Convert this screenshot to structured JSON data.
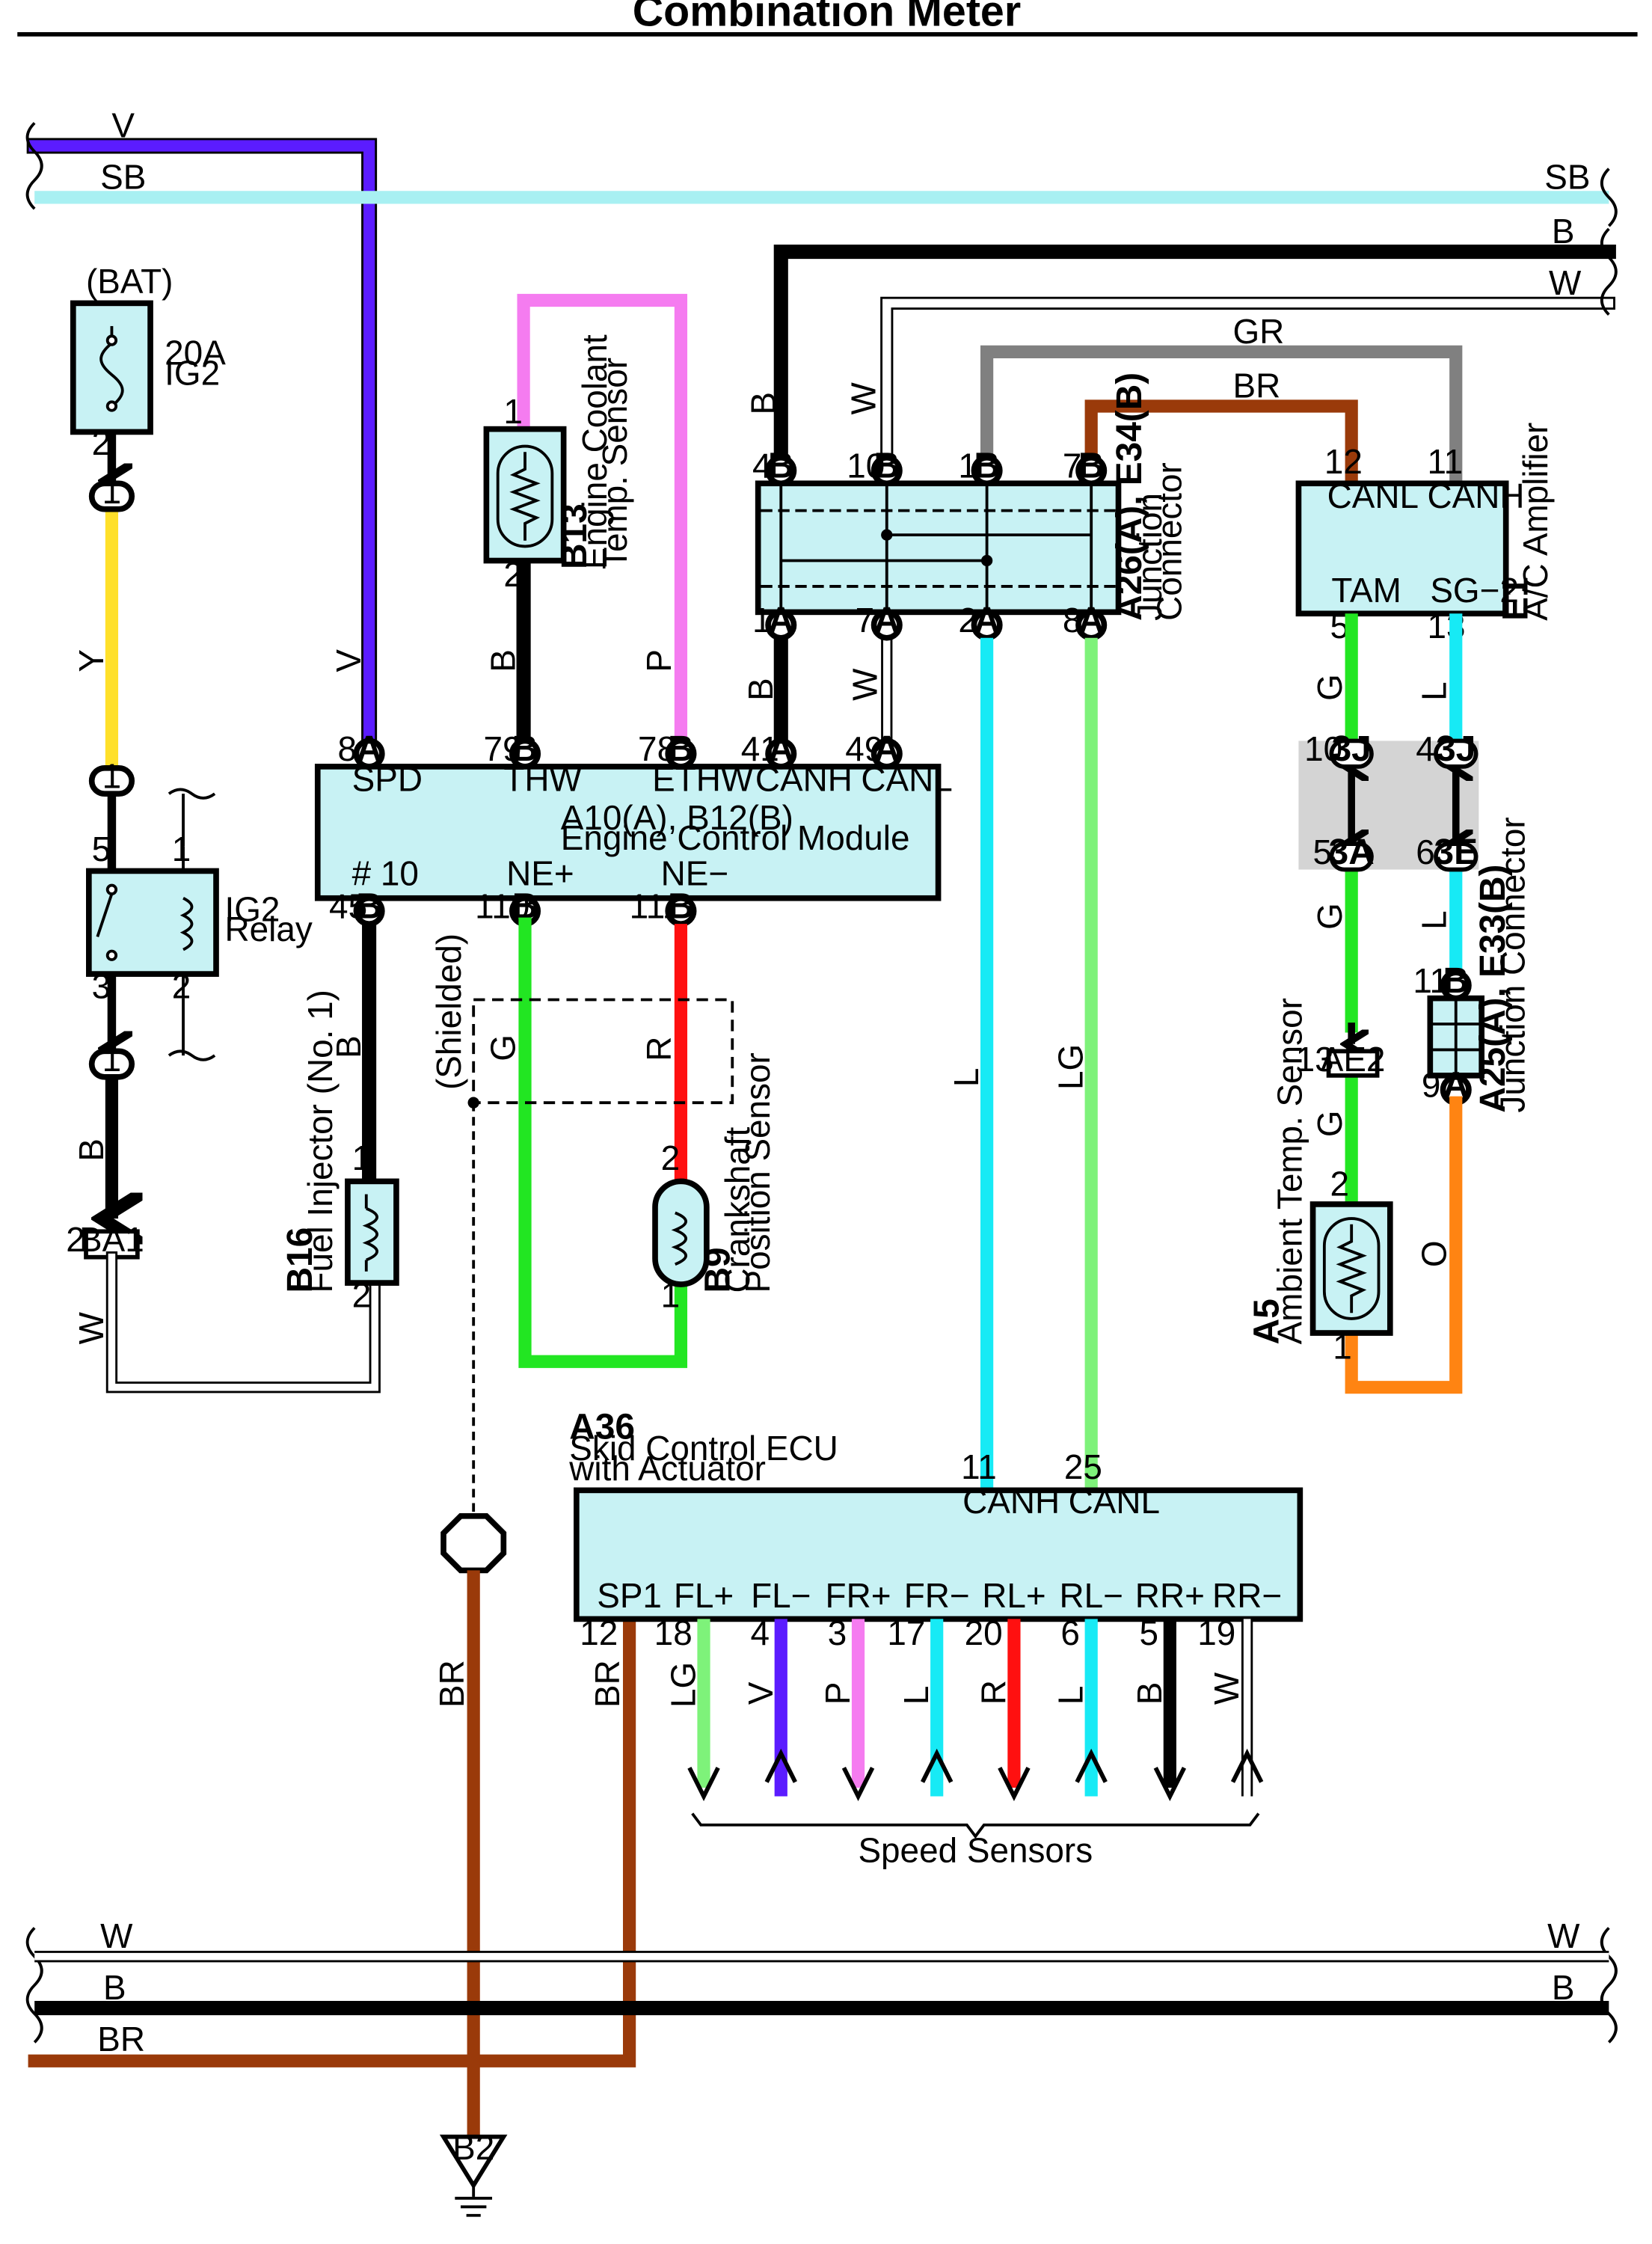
{
  "title": "Combination Meter",
  "colors": {
    "V": "#5b1cff",
    "SB": "#a8f0f2",
    "B": "#000000",
    "W": "#ffffff",
    "GR": "#808080",
    "BR": "#9a3a0a",
    "Y": "#ffe02a",
    "P": "#f57cf0",
    "G": "#22e622",
    "R": "#ff1010",
    "L": "#17eaf5",
    "LG": "#7ef27a",
    "O": "#ff8412"
  },
  "wire_labels": {
    "v_top": "V",
    "sb_left": "SB",
    "sb_right": "SB",
    "b_right": "B",
    "w_right": "W",
    "gr": "GR",
    "br_top": "BR",
    "y": "Y",
    "b_relay": "B",
    "w_ba1": "W",
    "v_ecm": "V",
    "b_thw": "B",
    "p_ethw": "P",
    "b_jc": "B",
    "w_jc": "W",
    "b_jc_top": "B",
    "w_jc_top": "W",
    "b_inj": "B",
    "g_ne": "G",
    "r_ne": "R",
    "l_canh": "L",
    "lg_canl": "LG",
    "g_tam": "G",
    "l_sg2": "L",
    "g_3a": "G",
    "l_3e": "L",
    "g_ae2": "G",
    "o_a5": "O",
    "br_gnd": "BR",
    "br_sp1": "BR",
    "w_bot_l": "W",
    "w_bot_r": "W",
    "b_bot_l": "B",
    "b_bot_r": "B",
    "br_bot": "BR",
    "ss_lg": "LG",
    "ss_v": "V",
    "ss_p": "P",
    "ss_l1": "L",
    "ss_r": "R",
    "ss_l2": "L",
    "ss_b": "B",
    "ss_w": "W"
  },
  "fuse": {
    "source": "(BAT)",
    "rating": "20A",
    "name": "IG2",
    "pin": "2"
  },
  "relay": {
    "line1": "IG2",
    "line2": "Relay",
    "pin5": "5",
    "pin1": "1",
    "pin3": "3",
    "pin2": "2"
  },
  "connectors": {
    "one": "1",
    "ba1": "BA1",
    "ba1_pin": "2",
    "ae2": "AE2",
    "ae2_pin": "13",
    "b2": "B2"
  },
  "ecm": {
    "line1": "A10(A), B12(B)",
    "line2": "Engine Control Module",
    "spd": "SPD",
    "thw": "THW",
    "ethw": "ETHW",
    "canh": "CANH",
    "canl": "CANL",
    "n10": "# 10",
    "nep": "NE+",
    "nen": "NE−",
    "p8": "8",
    "p79": "79",
    "p78": "78",
    "p41": "41",
    "p49": "49",
    "p45": "45",
    "p110": "110",
    "p111": "111",
    "lA": "A",
    "lB": "B"
  },
  "b13": {
    "code": "B13",
    "line1": "Engine Coolant",
    "line2": "Temp.  Sensor",
    "pin1": "1",
    "pin2": "2"
  },
  "b16": {
    "code": "B16",
    "line1": "Fuel Injector (No. 1)",
    "pin1": "1",
    "pin2": "2"
  },
  "b9": {
    "code": "B9",
    "line1": "Crankshaft",
    "line2": "Position Sensor",
    "pin2": "2",
    "pin1": "1"
  },
  "shielded": "(Shielded)",
  "jc1": {
    "code": "A26(A), E34(B)",
    "line1": "Junction",
    "line2": "Connector",
    "t4": "4",
    "t10": "10",
    "t1": "1",
    "t7": "7",
    "b1": "1",
    "b7": "7",
    "b2": "2",
    "b8": "8"
  },
  "e1": {
    "code": "E1",
    "line1": "A/C Amplifier",
    "canl": "CANL",
    "canh": "CANH",
    "tam": "TAM",
    "sg2": "SG−2",
    "p12": "12",
    "p11": "11",
    "p5": "5",
    "p13": "13"
  },
  "j3": {
    "j": "3J",
    "a": "3A",
    "e": "3E",
    "p10": "10",
    "p4": "4",
    "p5": "5",
    "p6": "6"
  },
  "jc2": {
    "code": "A25(A), E33(B)",
    "line1": "Junction Connector",
    "p11": "11",
    "p9": "9",
    "lB": "B",
    "lA": "A"
  },
  "a5": {
    "code": "A5",
    "line1": "Ambient Temp.  Sensor",
    "pin2": "2",
    "pin1": "1"
  },
  "a36": {
    "code": "A36",
    "line1": "Skid Control ECU",
    "line2": "with Actuator",
    "canh": "CANH",
    "canl": "CANL",
    "p11": "11",
    "p25": "25",
    "pins": [
      {
        "name": "SP1",
        "num": "12"
      },
      {
        "name": "FL+",
        "num": "18"
      },
      {
        "name": "FL−",
        "num": "4"
      },
      {
        "name": "FR+",
        "num": "3"
      },
      {
        "name": "FR−",
        "num": "17"
      },
      {
        "name": "RL+",
        "num": "20"
      },
      {
        "name": "RL−",
        "num": "6"
      },
      {
        "name": "RR+",
        "num": "5"
      },
      {
        "name": "RR−",
        "num": "19"
      }
    ]
  },
  "speed_sensors": "Speed Sensors"
}
